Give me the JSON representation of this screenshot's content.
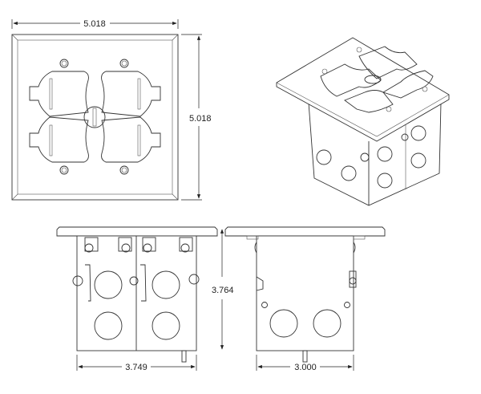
{
  "dimensions": {
    "front_width": "5.018",
    "front_height": "5.018",
    "side_height": "3.764",
    "side_width": "3.749",
    "end_width": "3.000"
  },
  "colors": {
    "line": "#333333",
    "background": "#ffffff"
  }
}
